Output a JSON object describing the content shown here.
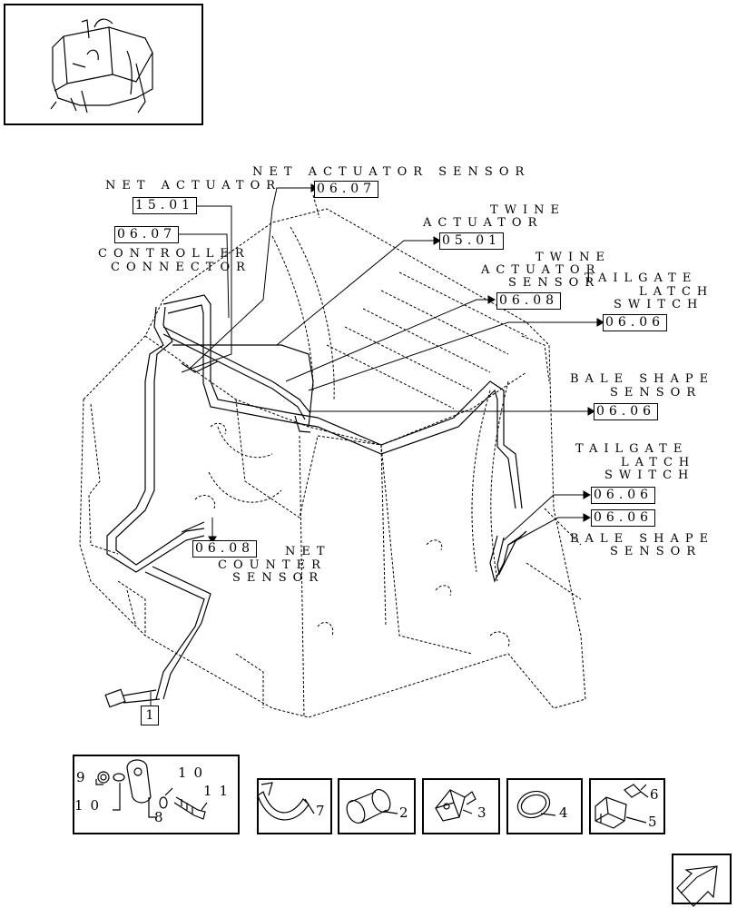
{
  "labels": {
    "net_actuator": "NET ACTUATOR",
    "net_actuator_sensor": "NET ACTUATOR SENSOR",
    "twine_actuator": [
      "TWINE",
      "ACTUATOR"
    ],
    "controller_connector": [
      "CONTROLLER",
      "CONNECTOR"
    ],
    "twine_actuator_sensor": [
      "TWINE",
      "ACTUATOR",
      "SENSOR"
    ],
    "tailgate_latch_switch_upper": [
      "TAILGATE",
      "LATCH",
      "SWITCH"
    ],
    "bale_shape_sensor_upper": [
      "BALE SHAPE",
      "SENSOR"
    ],
    "tailgate_latch_switch_lower": [
      "TAILGATE",
      "LATCH",
      "SWITCH"
    ],
    "bale_shape_sensor_lower": [
      "BALE SHAPE",
      "SENSOR"
    ],
    "net_counter_sensor": [
      "NET",
      "COUNTER",
      "SENSOR"
    ]
  },
  "refs": {
    "net_actuator": "15.01",
    "net_actuator_sensor": "06.07",
    "twine_actuator": "05.01",
    "controller_connector": "06.07",
    "twine_actuator_sensor": "06.08",
    "tailgate_latch_switch_upper": "06.06",
    "bale_shape_sensor_upper": "06.06",
    "tailgate_latch_switch_lower": "06.06",
    "bale_shape_sensor_lower": "06.06",
    "net_counter_sensor": "06.08"
  },
  "callouts": {
    "main_harness": "1",
    "hardware": [
      "9",
      "10",
      "8",
      "10",
      "11"
    ],
    "parts": [
      "7",
      "2",
      "3",
      "4",
      "6",
      "5"
    ]
  }
}
